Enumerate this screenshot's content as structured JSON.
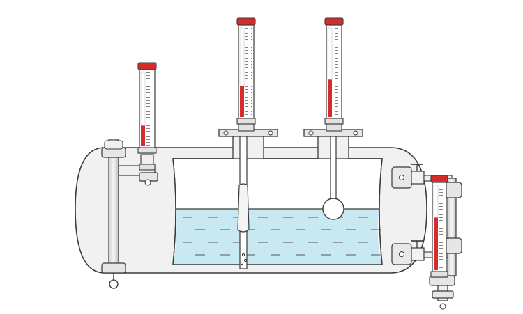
{
  "colors": {
    "background": "#ffffff",
    "outline": "#3a3a3a",
    "tank_fill": "#f1f1f1",
    "cutaway_fill": "#ffffff",
    "liquid_fill": "#c9e9f2",
    "liquid_line": "#555555",
    "gauge_red": "#d62b2b",
    "gauge_white": "#ffffff",
    "metal": "#e2e2e2",
    "metal_dark": "#9a9a9a"
  },
  "icons": {
    "magnetic_level_gauge": "magnetic-level-gauge-icon",
    "float_ball": "float-ball-icon",
    "valve": "valve-icon",
    "flange": "flange-icon"
  },
  "gauges": [
    {
      "id": "side-mounted-left",
      "red_level": 0.28
    },
    {
      "id": "top-mounted-center",
      "red_level": 0.35
    },
    {
      "id": "top-mounted-right",
      "red_level": 0.42
    },
    {
      "id": "side-mounted-right",
      "red_level": 0.62
    }
  ],
  "liquid_level": 0.55
}
